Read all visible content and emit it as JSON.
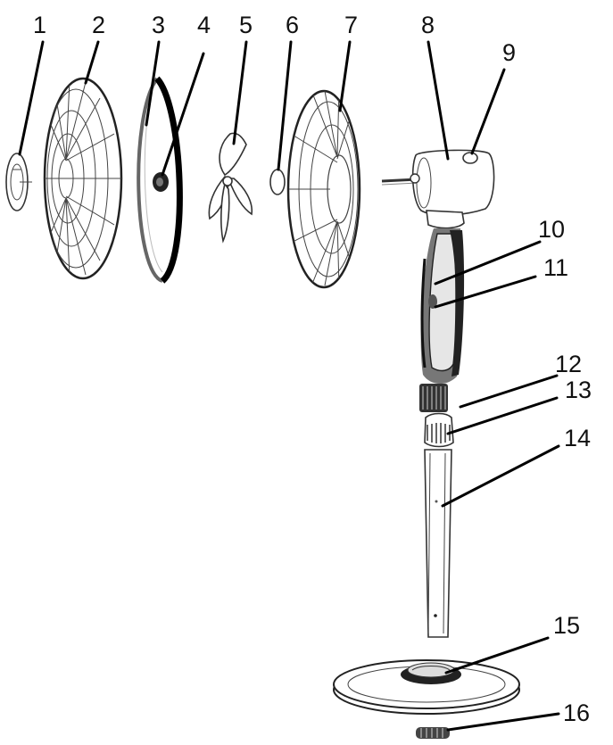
{
  "diagram": {
    "part_numbers": [
      "1",
      "2",
      "3",
      "4",
      "5",
      "6",
      "7",
      "8",
      "9",
      "10",
      "11",
      "12",
      "13",
      "14",
      "15",
      "16"
    ]
  }
}
